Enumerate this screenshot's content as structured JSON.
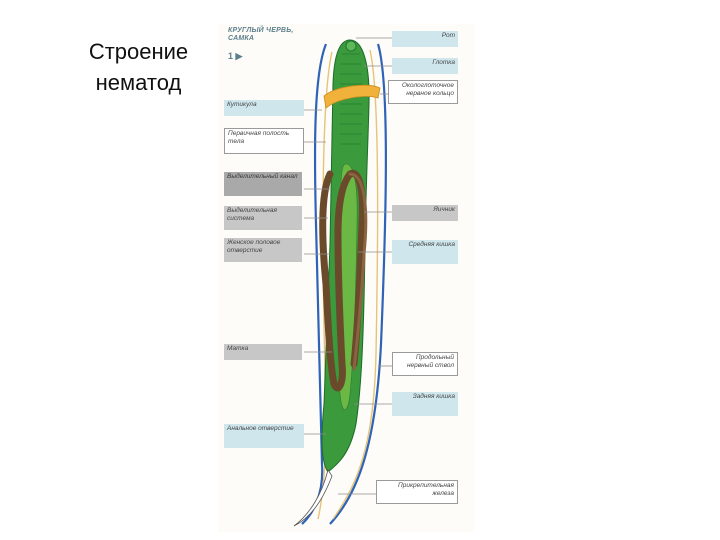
{
  "slide": {
    "title": "Строение нематод"
  },
  "diagram": {
    "caption": "КРУГЛЫЙ ЧЕРВЬ, САМКА",
    "caption_mark": "1 ▶",
    "labels_left": [
      "Кутикула",
      "Первичная полость тела",
      "Выделительный канал",
      "Выделительная система",
      "Женское половое отверстие",
      "Матка",
      "Анальное отверстие"
    ],
    "labels_right": [
      "Рот",
      "Глотка",
      "Окологлоточное нервное кольцо",
      "Яичник",
      "Средняя кишка",
      "Продольный нервный ствол",
      "Задняя кишка",
      "Прикрепительная железа"
    ]
  },
  "colors": {
    "body_green": "#3a9a3c",
    "gut_green": "#6cb845",
    "uterus_brown": "#6b4a2c",
    "nerve_ring": "#f0b23a",
    "canal_blue": "#2e63b8",
    "nerve_yellow": "#e5c47a"
  }
}
